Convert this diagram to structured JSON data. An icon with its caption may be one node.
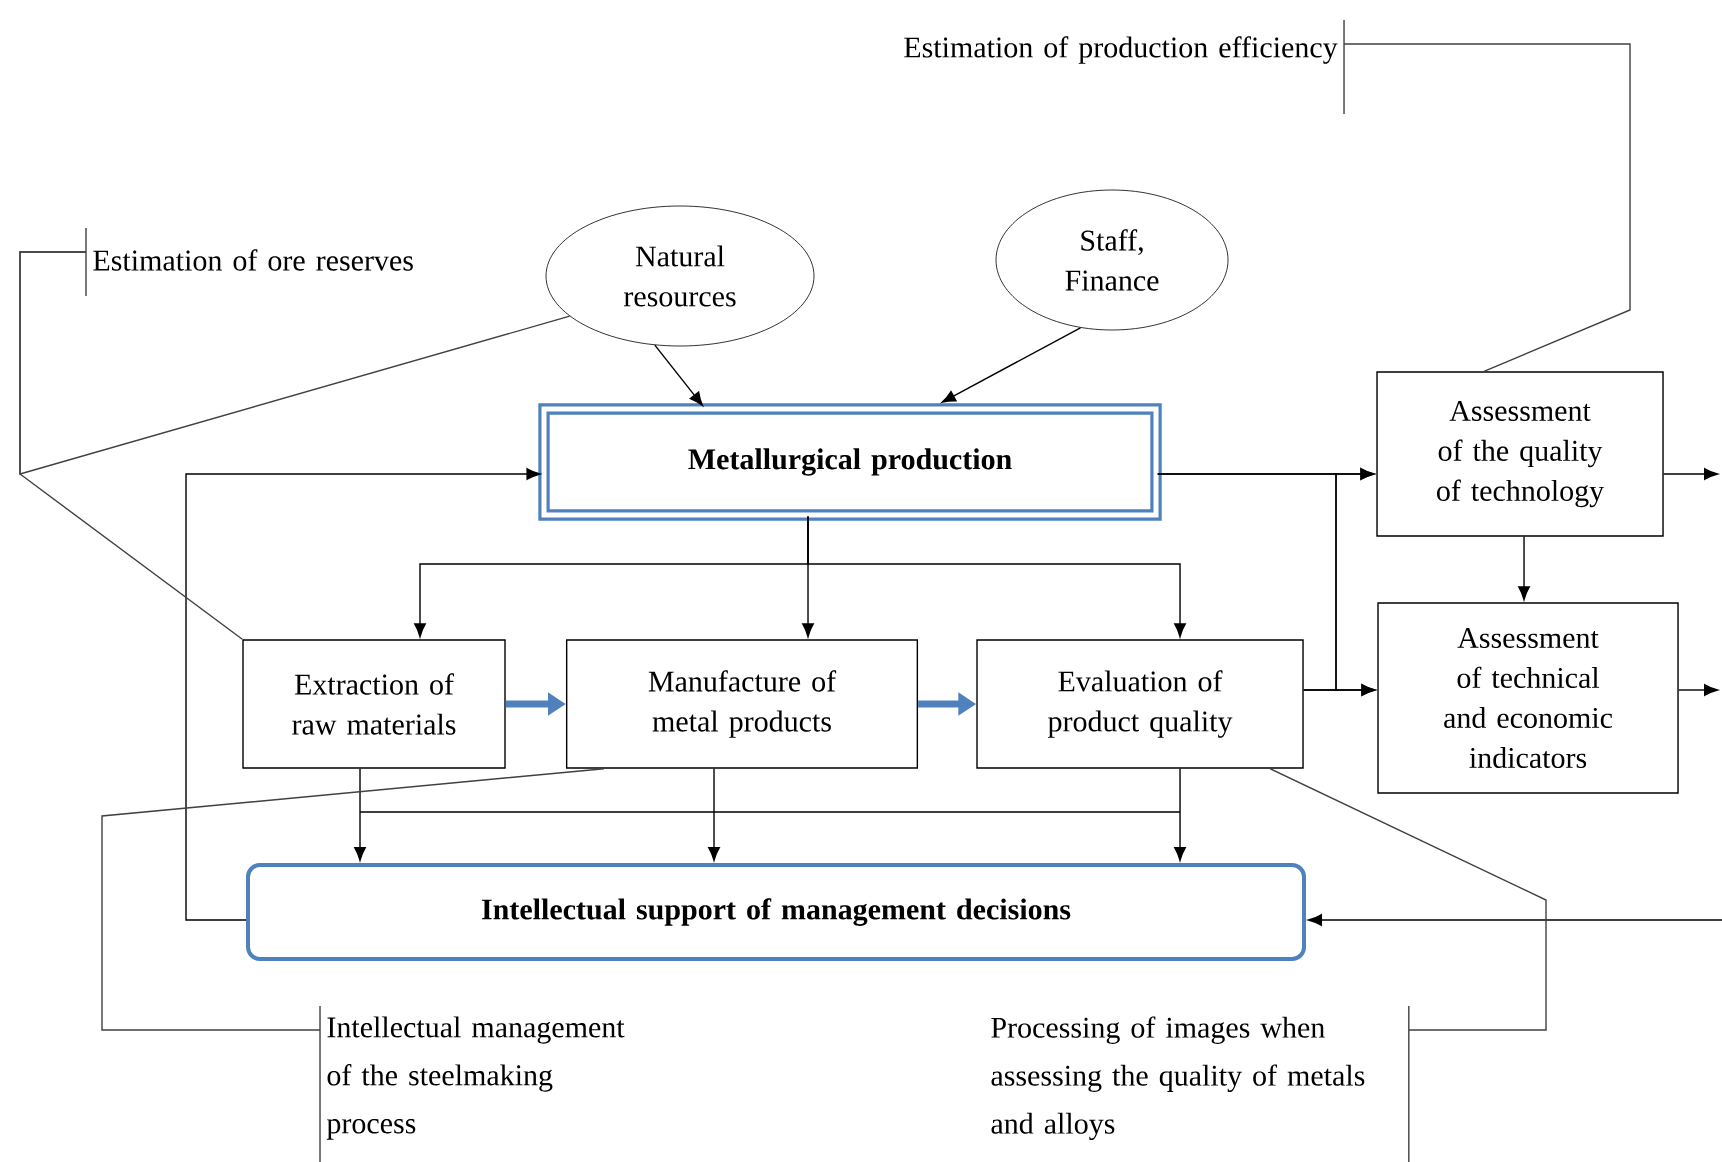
{
  "diagram": {
    "nodes": [
      {
        "text": [
          "Estimation of production efficiency"
        ]
      },
      {
        "text": [
          "Estimation of ore reserves"
        ]
      },
      {
        "text": [
          "Natural resources"
        ]
      },
      {
        "text": [
          "Staff, Finance"
        ]
      },
      {
        "text": [
          "Metallurgical production"
        ]
      },
      {
        "text": [
          "Assessment of the quality of technology"
        ]
      },
      {
        "text": [
          "Extraction of raw materials"
        ]
      },
      {
        "text": [
          "Manufacture of metal products"
        ]
      },
      {
        "text": [
          "Evaluation of product quality"
        ]
      },
      {
        "text": [
          "Assessment of technical and economic indicators"
        ]
      },
      {
        "text": [
          "Intellectual support of management decisions"
        ]
      },
      {
        "text": [
          "Intellectual management of the steelmaking process"
        ]
      },
      {
        "text": [
          "Processing of images when assessing the quality of metals and alloys"
        ]
      }
    ],
    "edges": [
      {
        "from": 2,
        "to": 4,
        "arrow": "to"
      },
      {
        "from": 3,
        "to": 4,
        "arrow": "to"
      },
      {
        "from": 4,
        "to": 5,
        "arrow": "to"
      },
      {
        "from": 4,
        "to": 9,
        "arrow": "to"
      },
      {
        "from": 8,
        "to": 5,
        "arrow": "to"
      },
      {
        "from": 8,
        "to": 9,
        "arrow": "to"
      },
      {
        "from": 5,
        "to": 9,
        "arrow": "to"
      },
      {
        "from": 5,
        "to": null,
        "arrow": "to"
      },
      {
        "from": 9,
        "to": null,
        "arrow": "to"
      },
      {
        "from": null,
        "to": 10,
        "arrow": "to"
      },
      {
        "from": 4,
        "to": 6,
        "arrow": "to"
      },
      {
        "from": 4,
        "to": 7,
        "arrow": "to"
      },
      {
        "from": 4,
        "to": 8,
        "arrow": "to"
      },
      {
        "from": 6,
        "to": 7,
        "arrow": "to",
        "style": "thick",
        "color": "#4f81bd"
      },
      {
        "from": 7,
        "to": 8,
        "arrow": "to",
        "style": "thick",
        "color": "#4f81bd"
      },
      {
        "from": 6,
        "to": 10,
        "arrow": "to"
      },
      {
        "from": 7,
        "to": 10,
        "arrow": "to"
      },
      {
        "from": 8,
        "to": 10,
        "arrow": "to"
      },
      {
        "from": 10,
        "to": 4,
        "arrow": "to"
      },
      {
        "from": 1,
        "to": 2,
        "arrow": "none"
      },
      {
        "from": 1,
        "to": 6,
        "arrow": "none"
      },
      {
        "from": 0,
        "to": 5,
        "arrow": "none"
      },
      {
        "from": 11,
        "to": 7,
        "arrow": "none"
      },
      {
        "from": 12,
        "to": 8,
        "arrow": "none"
      }
    ]
  }
}
